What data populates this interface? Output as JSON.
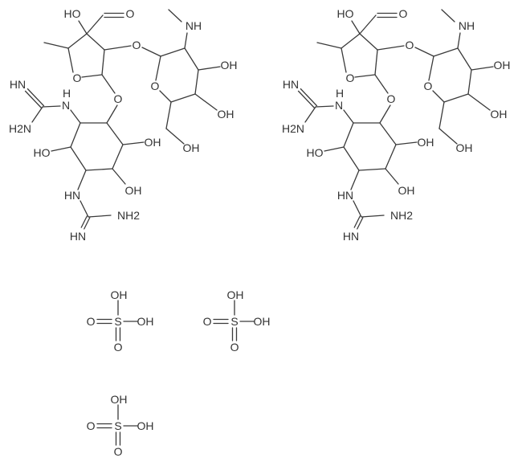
{
  "title": "Streptomycin sulfate",
  "colors": {
    "bond": "#3a3a3a",
    "label": "#333333",
    "background": "#ffffff"
  },
  "molecules": [
    {
      "name": "streptomycin-1",
      "labels": {
        "ho_c3": "HO",
        "o_ald": "O",
        "nh_me": "NH",
        "oh_c3p": "OH",
        "oh_c4p": "OH",
        "oh_c6p": "OH",
        "o_ring5": "O",
        "o_gly1": "O",
        "o_gly2": "O",
        "o_ring6": "O",
        "n_g1": "N",
        "h_g1": "H",
        "hn_g1": "HN",
        "h2n_g1": "H2N",
        "ho_cy": "HO",
        "oh_cy1": "OH",
        "oh_cy2": "OH",
        "hn_g2": "HN",
        "nh2_g2": "NH2",
        "hn2_g2": "HN"
      }
    },
    {
      "name": "streptomycin-2",
      "labels": {
        "ho_c3": "HO",
        "o_ald": "O",
        "nh_me": "NH",
        "oh_c3p": "OH",
        "oh_c4p": "OH",
        "oh_c6p": "OH",
        "o_ring5": "O",
        "o_gly1": "O",
        "o_gly2": "O",
        "o_ring6": "O",
        "n_g1": "N",
        "h_g1": "H",
        "hn_g1": "HN",
        "h2n_g1": "H2N",
        "ho_cy": "HO",
        "oh_cy1": "OH",
        "oh_cy2": "OH",
        "hn_g2": "HN",
        "nh2_g2": "NH2",
        "hn2_g2": "HN"
      }
    }
  ],
  "sulfates": [
    {
      "name": "sulfuric-acid-1",
      "labels": {
        "s": "S",
        "oh_top": "OH",
        "oh_right": "OH",
        "o_left": "O",
        "o_bottom": "O"
      }
    },
    {
      "name": "sulfuric-acid-2",
      "labels": {
        "s": "S",
        "oh_top": "OH",
        "oh_right": "OH",
        "o_left": "O",
        "o_bottom": "O"
      }
    },
    {
      "name": "sulfuric-acid-3",
      "labels": {
        "s": "S",
        "oh_top": "OH",
        "oh_right": "OH",
        "o_left": "O",
        "o_bottom": "O"
      }
    }
  ]
}
